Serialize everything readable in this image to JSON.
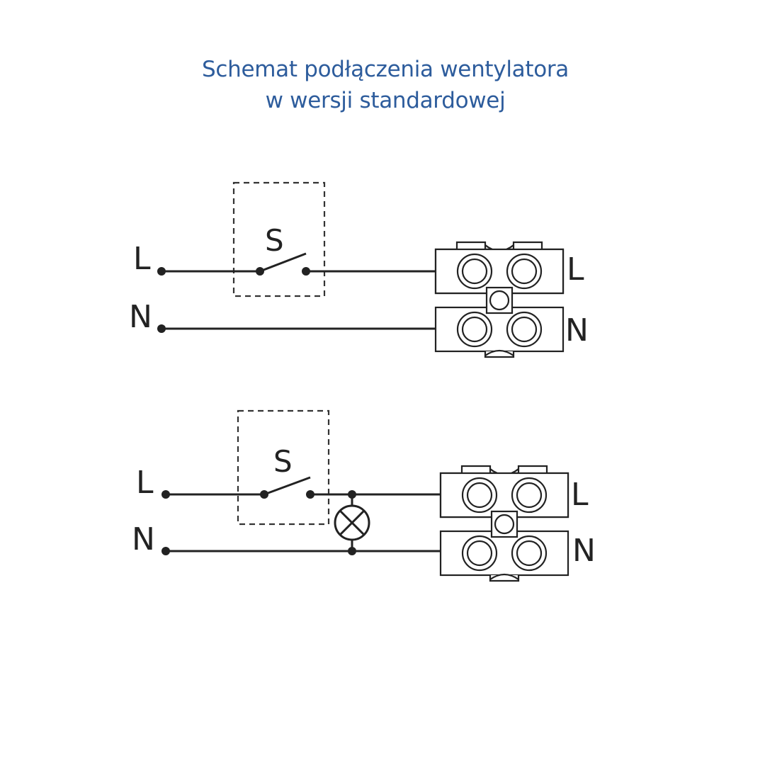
{
  "title": {
    "line1": "Schemat podłączenia wentylatora",
    "line2": "w wersji standardowej"
  },
  "colors": {
    "title": "#2d5c9c",
    "lines": "#222222"
  },
  "diagram_top": {
    "input_live_label": "L",
    "input_neutral_label": "N",
    "switch_label": "S",
    "terminal_live_label": "L",
    "terminal_neutral_label": "N"
  },
  "diagram_bottom": {
    "input_live_label": "L",
    "input_neutral_label": "N",
    "switch_label": "S",
    "terminal_live_label": "L",
    "terminal_neutral_label": "N",
    "indicator_icon": "lamp-indicator-icon"
  }
}
